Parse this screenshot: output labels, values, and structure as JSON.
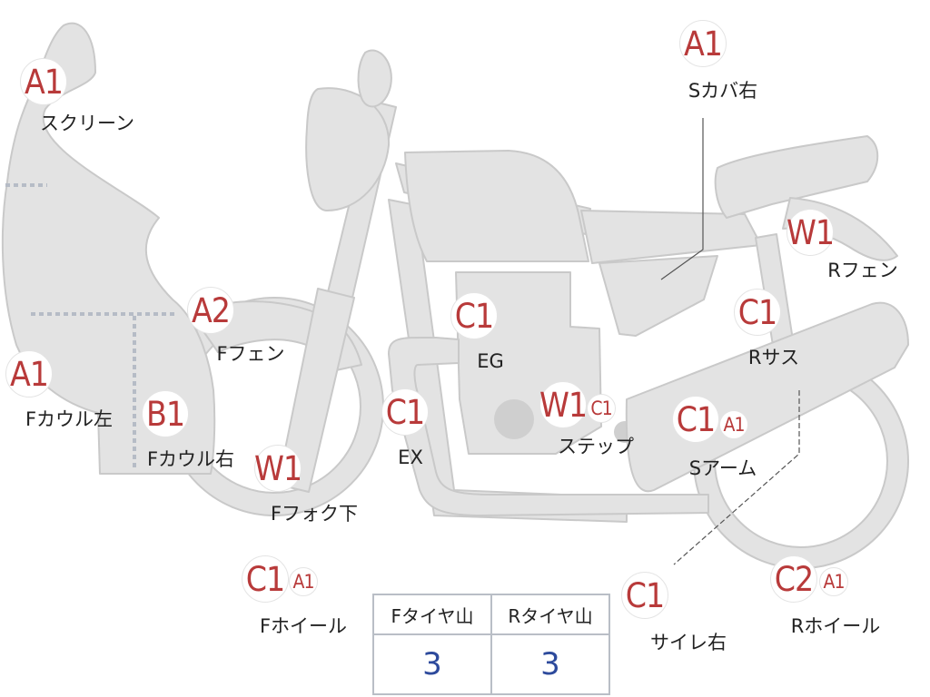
{
  "colors": {
    "body_fill": "#e3e3e3",
    "body_stroke": "#c9c9c9",
    "grade_text": "#b83a3a",
    "label_text": "#222222",
    "tire_value": "#2d4a9c",
    "table_border": "#b9bec6"
  },
  "parts": [
    {
      "id": "screen",
      "grades": [
        "A1"
      ],
      "label": "スクリーン"
    },
    {
      "id": "s-cover-right",
      "grades": [
        "A1"
      ],
      "label": "Sカバ右"
    },
    {
      "id": "f-fender",
      "grades": [
        "A2"
      ],
      "label": "Fフェン"
    },
    {
      "id": "f-cowl-left",
      "grades": [
        "A1"
      ],
      "label": "Fカウル左"
    },
    {
      "id": "f-cowl-right",
      "grades": [
        "B1"
      ],
      "label": "Fカウル右"
    },
    {
      "id": "f-fork-lower",
      "grades": [
        "W1"
      ],
      "label": "Fフォク下"
    },
    {
      "id": "f-wheel",
      "grades": [
        "C1",
        "A1"
      ],
      "label": "Fホイール"
    },
    {
      "id": "engine",
      "grades": [
        "C1"
      ],
      "label": "EG"
    },
    {
      "id": "exhaust",
      "grades": [
        "C1"
      ],
      "label": "EX"
    },
    {
      "id": "step",
      "grades": [
        "W1",
        "C1"
      ],
      "label": "ステップ"
    },
    {
      "id": "r-fender",
      "grades": [
        "W1"
      ],
      "label": "Rフェン"
    },
    {
      "id": "r-suspension",
      "grades": [
        "C1"
      ],
      "label": "Rサス"
    },
    {
      "id": "swing-arm",
      "grades": [
        "C1",
        "A1"
      ],
      "label": "Sアーム"
    },
    {
      "id": "silencer-right",
      "grades": [
        "C1"
      ],
      "label": "サイレ右"
    },
    {
      "id": "r-wheel",
      "grades": [
        "C2",
        "A1"
      ],
      "label": "Rホイール"
    }
  ],
  "tire_tread": {
    "front_label": "Fタイヤ山",
    "rear_label": "Rタイヤ山",
    "front_value": "3",
    "rear_value": "3"
  }
}
